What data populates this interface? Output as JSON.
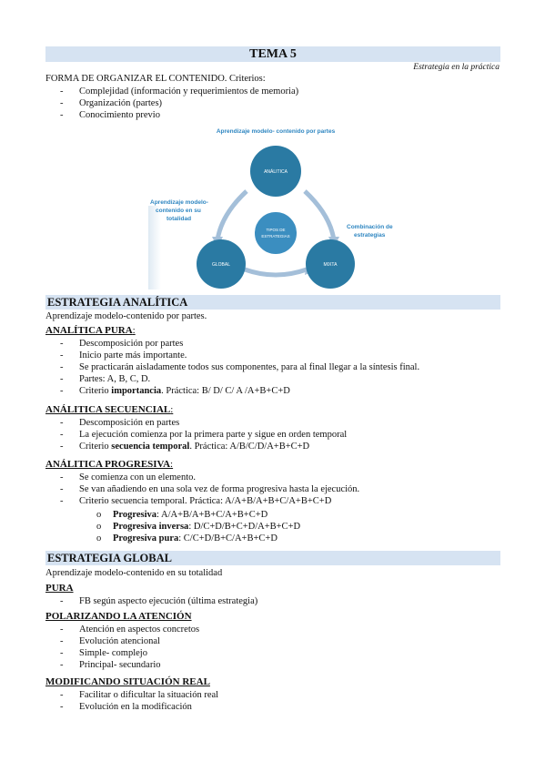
{
  "header": {
    "title": "TEMA 5",
    "subtitle": "Estrategia en la práctica"
  },
  "intro": {
    "heading": "FORMA DE ORGANIZAR EL CONTENIDO. Criterios:",
    "items": [
      "Complejidad (información y requerimientos de memoria)",
      "Organización (partes)",
      "Conocimiento previo"
    ]
  },
  "diagram": {
    "label_top": "Aprendizaje modelo- contenido por partes",
    "label_left": [
      "Aprendizaje modelo-",
      "contenido en su",
      "totalidad"
    ],
    "label_right": [
      "Combinación de",
      "estrategias"
    ],
    "node_top": "ANÁLITICA",
    "node_center": [
      "TIPOS DE",
      "ESTRATEGIAS"
    ],
    "node_left": "GLOBAL",
    "node_right": "MIXTA",
    "colors": {
      "accent_text": "#2e86c1",
      "node_fill": "#2a7aa3",
      "node_center": "#3b8ec0",
      "arrow": "#a4bfd9"
    }
  },
  "analitica": {
    "title": "ESTRATEGIA ANALÍTICA",
    "intro": "Aprendizaje modelo-contenido por partes.",
    "pura": {
      "title": "ANALÍTICA PURA",
      "colon": ":",
      "items": [
        "Descomposición por partes",
        "Inicio parte más importante.",
        "Se practicarán aisladamente todos sus componentes, para al final llegar a la síntesis final.",
        "Partes: A, B, C, D."
      ],
      "criterio": {
        "pre": "Criterio ",
        "bold": "importancia",
        "post": ". Práctica: B/ D/ C/ A /A+B+C+D"
      }
    },
    "secuencial": {
      "title": "ANÁLITICA SECUENCIAL",
      "colon": ":",
      "items": [
        "Descomposición en partes",
        "La ejecución comienza por la primera parte y sigue en orden temporal"
      ],
      "criterio": {
        "pre": "Criterio ",
        "bold": "secuencia temporal",
        "post": ". Práctica: A/B/C/D/A+B+C+D"
      }
    },
    "progresiva": {
      "title": "ANÁLITICA PROGRESIVA",
      "colon": ":",
      "items": [
        "Se comienza con un elemento.",
        "Se van añadiendo en una sola vez de forma progresiva hasta la ejecución.",
        "Criterio secuencia temporal. Práctica: A/A+B/A+B+C/A+B+C+D"
      ],
      "subitems": [
        {
          "bold": "Progresiva",
          "post": ": A/A+B/A+B+C/A+B+C+D"
        },
        {
          "bold": "Progresiva inversa",
          "post": ": D/C+D/B+C+D/A+B+C+D"
        },
        {
          "bold": "Progresiva pura",
          "post": ": C/C+D/B+C/A+B+C+D"
        }
      ]
    }
  },
  "global": {
    "title": "ESTRATEGIA GLOBAL",
    "intro": "Aprendizaje modelo-contenido en su totalidad",
    "pura": {
      "title": "PURA",
      "items": [
        "FB según aspecto ejecución (última estrategia)"
      ]
    },
    "polarizando": {
      "title": "POLARIZANDO LA ATENCIÓN",
      "items": [
        "Atención en aspectos concretos",
        "Evolución atencional",
        "Simple- complejo",
        "Principal- secundario"
      ]
    },
    "modificando": {
      "title": "MODIFICANDO SITUACIÓN REAL",
      "items": [
        "Facilitar o dificultar la situación real",
        "Evolución en la modificación"
      ]
    }
  },
  "marks": {
    "dash": "-",
    "circle": "o"
  }
}
